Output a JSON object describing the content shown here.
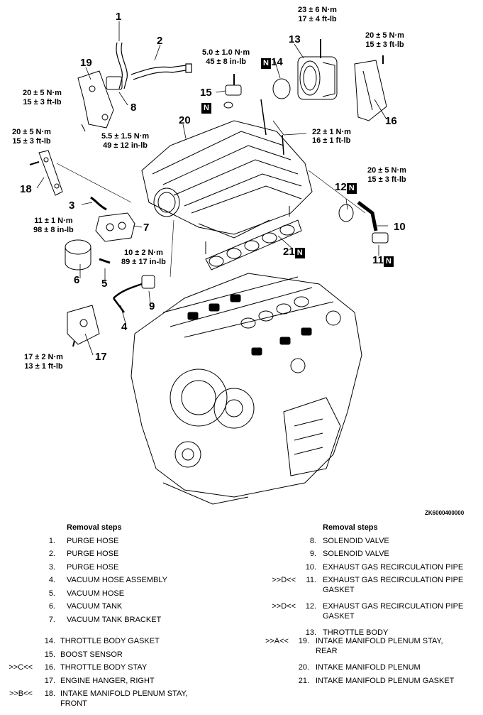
{
  "diagram": {
    "callouts": {
      "c1": "1",
      "c2": "2",
      "c3": "3",
      "c4": "4",
      "c5": "5",
      "c6": "6",
      "c7": "7",
      "c8": "8",
      "c9": "9",
      "c10": "10",
      "c11": "11",
      "c12": "12",
      "c13": "13",
      "c14": "14",
      "c15": "15",
      "c16": "16",
      "c17": "17",
      "c18": "18",
      "c19": "19",
      "c20": "20",
      "c21": "21"
    },
    "n_marker": "N",
    "torques": {
      "t13_nm": "23 ± 6 N·m",
      "t13_ft": "17 ± 4 ft-lb",
      "t16_nm": "20 ± 5 N·m",
      "t16_ft": "15 ± 3 ft-lb",
      "t15_nm": "5.0 ± 1.0 N·m",
      "t15_in": "45 ± 8 in-lb",
      "t19_nm": "20 ± 5 N·m",
      "t19_ft": "15 ± 3 ft-lb",
      "t8_nm": "5.5 ± 1.5 N·m",
      "t8_in": "49 ± 12 in-lb",
      "t22_nm": "22 ± 1 N·m",
      "t22_ft": "16 ± 1 ft-lb",
      "t18_nm": "20 ± 5 N·m",
      "t18_ft": "15 ± 3 ft-lb",
      "t10_nm": "20 ± 5 N·m",
      "t10_ft": "15 ± 3 ft-lb",
      "t7_nm": "11 ± 1 N·m",
      "t7_in": "98 ± 8 in-lb",
      "t9_nm": "10 ± 2 N·m",
      "t9_in": "89 ± 17 in-lb",
      "t17_nm": "17 ± 2 N·m",
      "t17_ft": "13 ± 1 ft-lb"
    },
    "figure_code": "ZK6000400000"
  },
  "removal": {
    "header_left": "Removal steps",
    "header_right": "Removal steps",
    "left_top": [
      {
        "num": "1.",
        "text": "PURGE HOSE"
      },
      {
        "num": "2.",
        "text": "PURGE HOSE"
      },
      {
        "num": "3.",
        "text": "PURGE HOSE"
      },
      {
        "num": "4.",
        "text": "VACUUM HOSE ASSEMBLY"
      },
      {
        "num": "5.",
        "text": "VACUUM HOSE"
      },
      {
        "num": "6.",
        "text": "VACUUM TANK"
      },
      {
        "num": "7.",
        "text": "VACUUM TANK BRACKET"
      }
    ],
    "left_bottom": [
      {
        "mark": "",
        "num": "14.",
        "text": "THROTTLE BODY GASKET"
      },
      {
        "mark": "",
        "num": "15.",
        "text": "BOOST SENSOR"
      },
      {
        "mark": ">>C<<",
        "num": "16.",
        "text": "THROTTLE BODY STAY"
      },
      {
        "mark": "",
        "num": "17.",
        "text": "ENGINE HANGER, RIGHT"
      },
      {
        "mark": ">>B<<",
        "num": "18.",
        "text": "INTAKE MANIFOLD PLENUM STAY,",
        "text2": "FRONT"
      }
    ],
    "right_top": [
      {
        "mark": "",
        "num": "8.",
        "text": "SOLENOID VALVE"
      },
      {
        "mark": "",
        "num": "9.",
        "text": "SOLENOID VALVE"
      },
      {
        "mark": "",
        "num": "10.",
        "text": "EXHAUST GAS RECIRCULATION PIPE"
      },
      {
        "mark": ">>D<<",
        "num": "11.",
        "text": "EXHAUST GAS RECIRCULATION PIPE",
        "text2": "GASKET"
      },
      {
        "mark": ">>D<<",
        "num": "12.",
        "text": "EXHAUST GAS RECIRCULATION PIPE",
        "text2": "GASKET"
      },
      {
        "mark": "",
        "num": "13.",
        "text": "THROTTLE BODY"
      }
    ],
    "right_bottom": [
      {
        "mark": ">>A<<",
        "num": "19.",
        "text": "INTAKE MANIFOLD PLENUM STAY,",
        "text2": "REAR"
      },
      {
        "mark": "",
        "num": "20.",
        "text": "INTAKE MANIFOLD PLENUM"
      },
      {
        "mark": "",
        "num": "21.",
        "text": "INTAKE MANIFOLD PLENUM GASKET"
      }
    ]
  }
}
